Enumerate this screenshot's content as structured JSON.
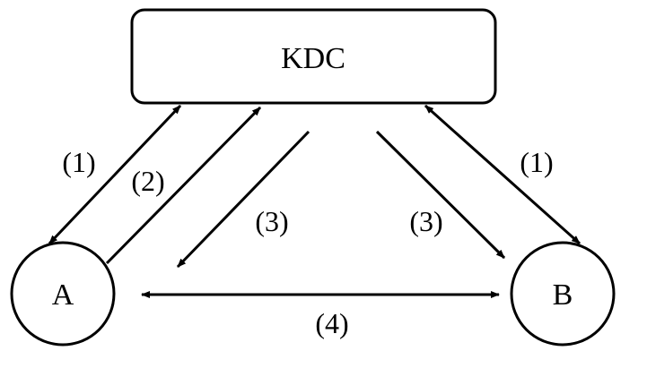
{
  "nodes": {
    "kdc": {
      "label": "KDC"
    },
    "a": {
      "label": "A"
    },
    "b": {
      "label": "B"
    }
  },
  "edges": {
    "a_kdc_1": {
      "label": "(1)",
      "direction": "bidirectional"
    },
    "a_kdc_2": {
      "label": "(2)",
      "direction": "A to KDC"
    },
    "kdc_a_3": {
      "label": "(3)",
      "direction": "KDC to A"
    },
    "kdc_b_3": {
      "label": "(3)",
      "direction": "KDC to B"
    },
    "b_kdc_1": {
      "label": "(1)",
      "direction": "bidirectional"
    },
    "a_b_4": {
      "label": "(4)",
      "direction": "bidirectional"
    }
  },
  "colors": {
    "stroke": "#000000",
    "background": "#ffffff"
  }
}
